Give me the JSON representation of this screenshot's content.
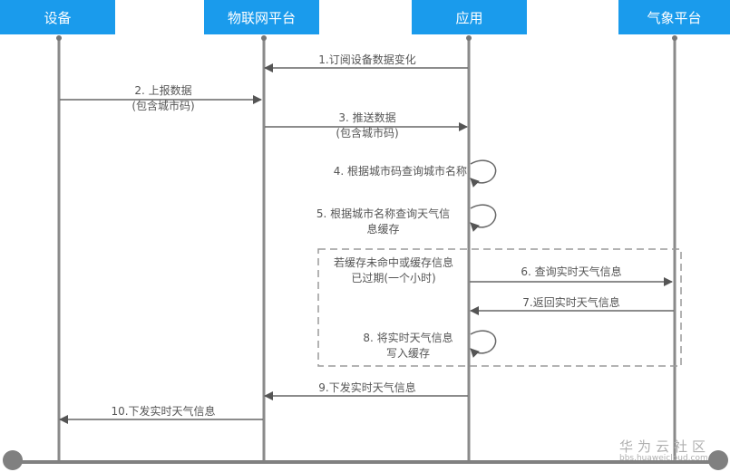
{
  "actors": [
    "设备",
    "物联网平台",
    "应用",
    "气象平台"
  ],
  "messages": [
    {
      "label": "1.订阅设备数据变化"
    },
    {
      "label": "2. 上报数据",
      "sub": "(包含城市码)"
    },
    {
      "label": "3. 推送数据",
      "sub": "(包含城市码)"
    },
    {
      "label": "4. 根据城市码查询城市名称"
    },
    {
      "label": "5. 根据城市名称查询天气信",
      "sub": "息缓存"
    },
    {
      "label": "6. 查询实时天气信息"
    },
    {
      "label": "7.返回实时天气信息"
    },
    {
      "label": "8. 将实时天气信息",
      "sub": "写入缓存"
    },
    {
      "label": "9.下发实时天气信息"
    },
    {
      "label": "10.下发实时天气信息"
    }
  ],
  "fragment": {
    "condition_line1": "若缓存未命中或缓存信息",
    "condition_line2": "已过期(一个小时)"
  },
  "watermark": {
    "brand": "华为云社区",
    "url": "bbs.huaweicloud.com"
  },
  "colors": {
    "actor": "#1a9bec",
    "line": "#7f7f7f",
    "arrow": "#555555"
  }
}
